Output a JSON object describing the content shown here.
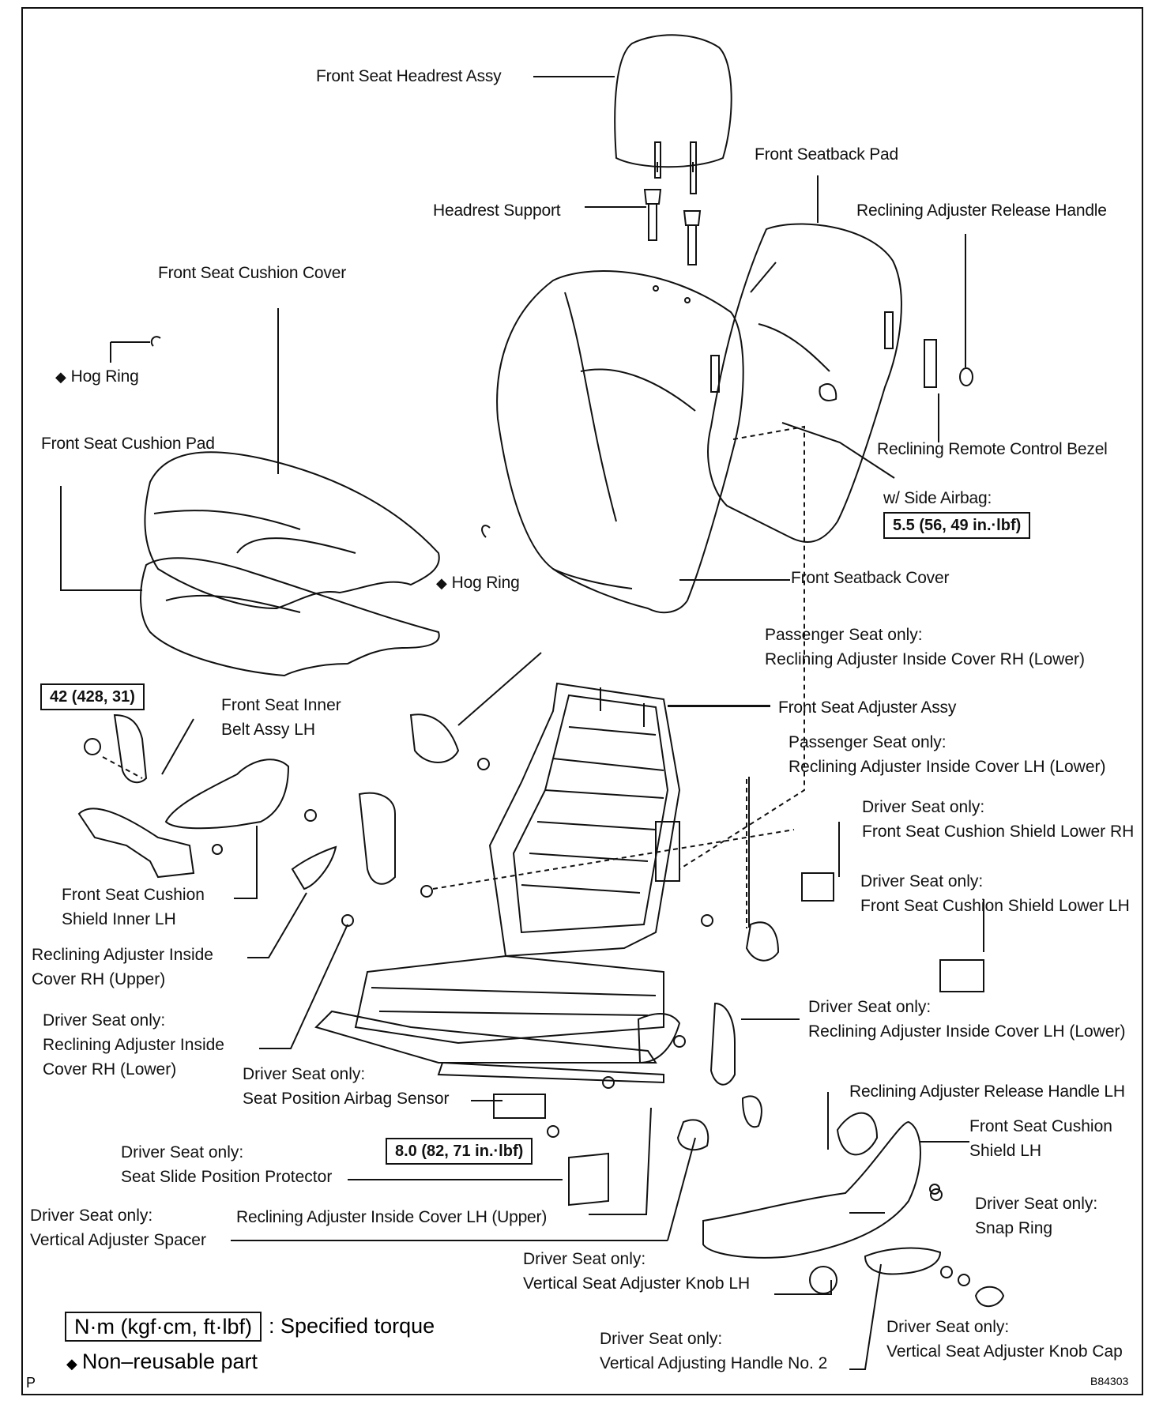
{
  "labels": {
    "headrest_assy": "Front Seat Headrest Assy",
    "seatback_pad": "Front Seatback Pad",
    "headrest_support": "Headrest Support",
    "reclining_release_handle": "Reclining Adjuster Release Handle",
    "cushion_cover": "Front Seat Cushion Cover",
    "hog_ring_1": "Hog Ring",
    "cushion_pad": "Front Seat Cushion Pad",
    "remote_bezel": "Reclining Remote Control Bezel",
    "side_airbag": "w/ Side Airbag:",
    "hog_ring_2": "Hog Ring",
    "seatback_cover": "Front Seatback Cover",
    "pass_rh_lower": [
      "Passenger Seat only:",
      "Reclining Adjuster Inside Cover RH (Lower)"
    ],
    "inner_belt": [
      "Front Seat Inner",
      "Belt Assy LH"
    ],
    "adjuster_assy": "Front Seat Adjuster Assy",
    "pass_lh_lower": [
      "Passenger Seat only:",
      "Reclining Adjuster Inside Cover LH (Lower)"
    ],
    "drv_shield_rh": [
      "Driver Seat only:",
      "Front Seat Cushion Shield Lower RH"
    ],
    "cushion_shield_inner": [
      "Front Seat Cushion",
      "Shield Inner LH"
    ],
    "drv_shield_lh": [
      "Driver Seat only:",
      "Front Seat Cushion Shield Lower LH"
    ],
    "rh_upper": [
      "Reclining Adjuster Inside",
      "Cover RH (Upper)"
    ],
    "drv_rh_lower": [
      "Driver Seat only:",
      "Reclining Adjuster Inside",
      "Cover RH (Lower)"
    ],
    "drv_lh_lower": [
      "Driver Seat only:",
      "Reclining Adjuster Inside Cover LH (Lower)"
    ],
    "airbag_sensor": [
      "Driver Seat only:",
      "Seat Position Airbag Sensor"
    ],
    "release_handle_lh": "Reclining Adjuster Release Handle LH",
    "cushion_shield_lh": [
      "Front Seat Cushion",
      "Shield LH"
    ],
    "slide_protector": [
      "Driver Seat only:",
      "Seat Slide Position Protector"
    ],
    "snap_ring": [
      "Driver Seat only:",
      "Snap Ring"
    ],
    "vertical_spacer": [
      "Driver Seat only:",
      "Vertical Adjuster Spacer"
    ],
    "lh_upper": "Reclining Adjuster Inside Cover LH (Upper)",
    "knob_lh": [
      "Driver Seat only:",
      "Vertical Seat Adjuster Knob LH"
    ],
    "knob_cap": [
      "Driver Seat only:",
      "Vertical Seat Adjuster Knob Cap"
    ],
    "handle_no2": [
      "Driver Seat only:",
      "Vertical Adjusting Handle No. 2"
    ]
  },
  "torques": {
    "airbag": "5.5 (56, 49 in.·lbf)",
    "belt": "42 (428, 31)",
    "sensor": "8.0 (82, 71 in.·lbf)"
  },
  "legend": {
    "torque_box": "N·m (kgf·cm, ft·lbf)",
    "torque_desc": ": Specified torque",
    "nonreusable": "Non–reusable part"
  },
  "corner_mark": "P",
  "figure_code": "B84303"
}
